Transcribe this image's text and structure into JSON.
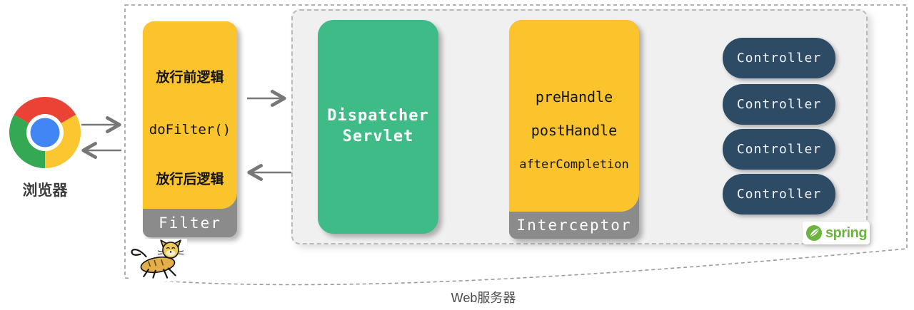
{
  "colors": {
    "box_yellow": "#FBC42D",
    "box_green": "#3EBB86",
    "box_navy": "#2E4B66",
    "footer_gray": "#8B8B8B",
    "arrow_gray": "#777777",
    "spring_green": "#6DB33F"
  },
  "browser": {
    "label": "浏览器"
  },
  "filter": {
    "items": [
      "放行前逻辑",
      "doFilter()",
      "放行后逻辑"
    ],
    "title": "Filter"
  },
  "dispatcher": {
    "line1": "Dispatcher",
    "line2": "Servlet"
  },
  "interceptor": {
    "items": [
      "preHandle",
      "postHandle",
      "afterCompletion"
    ],
    "title": "Interceptor"
  },
  "controllers": {
    "items": [
      "Controller",
      "Controller",
      "Controller",
      "Controller"
    ]
  },
  "spring": {
    "label": "spring"
  },
  "server": {
    "label": "Web服务器"
  },
  "icons": {
    "browser": "chrome-icon",
    "tomcat": "tomcat-cat-icon",
    "spring": "spring-leaf-icon"
  }
}
